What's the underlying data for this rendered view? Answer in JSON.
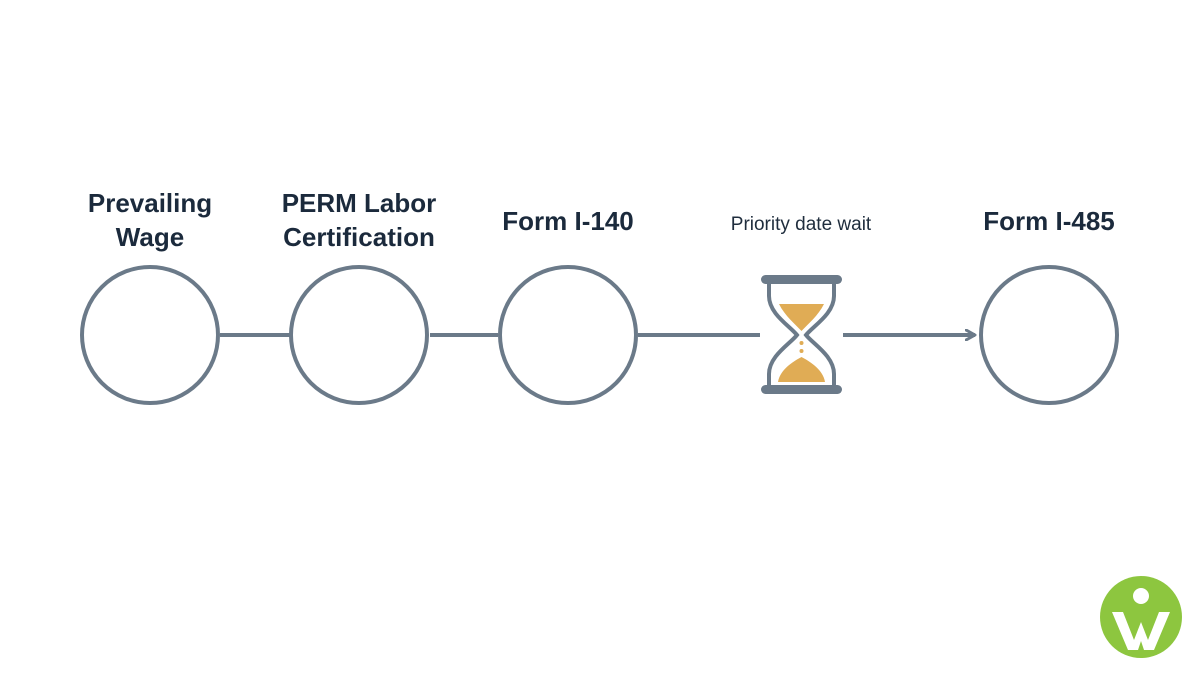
{
  "diagram": {
    "steps": [
      {
        "label": "Prevailing\nWage"
      },
      {
        "label": "PERM Labor\nCertification"
      },
      {
        "label": "Form I-140"
      },
      {
        "label": "Form I-485"
      }
    ],
    "wait_label": "Priority date wait",
    "colors": {
      "line": "#6b7a89",
      "text": "#1b2a3c",
      "sand": "#e0ac55",
      "logo": "#8dc63f"
    },
    "icons": {
      "wait": "hourglass-icon",
      "logo": "brand-logo-icon"
    }
  }
}
